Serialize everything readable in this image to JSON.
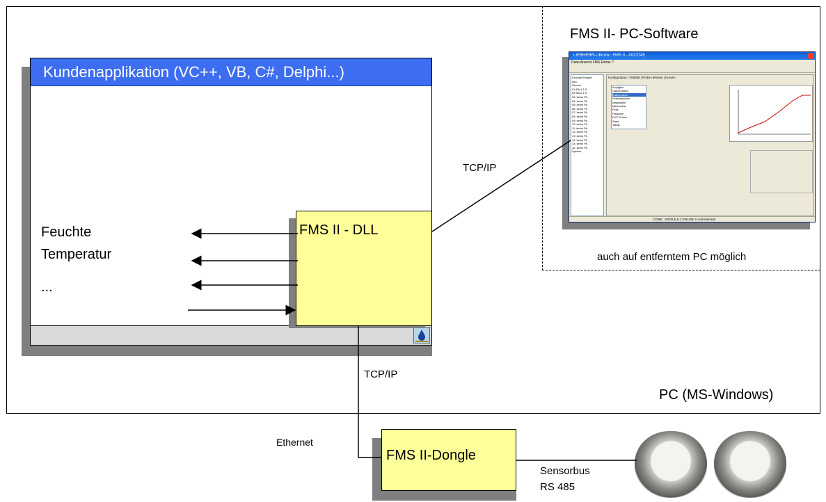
{
  "app": {
    "title": "Kundenapplikation (VC++, VB, C#, Delphi...)",
    "outputs": [
      "Feuchte",
      "Temperatur",
      "..."
    ],
    "droplet_icon": "droplet-icon"
  },
  "dll": {
    "label": "FMS II - DLL"
  },
  "dongle": {
    "label": "FMS II-Dongle"
  },
  "pc": {
    "label": "PC (MS-Windows)"
  },
  "remote": {
    "title": "FMS II- PC-Software",
    "note": "auch auf entferntem PC möglich"
  },
  "connections": {
    "tcpip_remote": "TCP/IP",
    "tcpip_dongle": "TCP/IP",
    "ethernet": "Ethernet",
    "sensorbus": "Sensorbus",
    "rs485": "RS 485"
  },
  "software_window": {
    "title": "LIEBHERR-Liftronic: FMS II - 0023745",
    "menu": "Datei  Ansicht  FMS  Extras  ?",
    "tabs": "Konfiguration | Testbild | Probe nehmen | Kurven",
    "tree": [
      "Feuchte/Temper",
      "Info",
      "Service",
      "01:Silo1 1 S",
      "02:Silo2 1 S",
      "03: keine Pk",
      "04: keine Pk",
      "05: keine Pk",
      "06: keine Pk",
      "07: keine Pk",
      "08: keine Pk",
      "09: keine Pk",
      "10: keine Pk",
      "11: keine Pk",
      "12: keine Pk",
      "13: keine Pk",
      "14: keine Pk",
      "15: keine Pk",
      "16: keine Pk",
      "System"
    ],
    "materials": [
      "Acrylglas",
      "Haselnüssen",
      "Kaffeepulver",
      "Keramikpulver",
      "Maisstärke",
      "Milchpulver",
      "Pilze",
      "Pistazien",
      "PVC-Pulver",
      "Sand",
      "Tabak"
    ],
    "status": "COM5 : 19200,E,8,1      ONLINE  S     Administrator"
  }
}
